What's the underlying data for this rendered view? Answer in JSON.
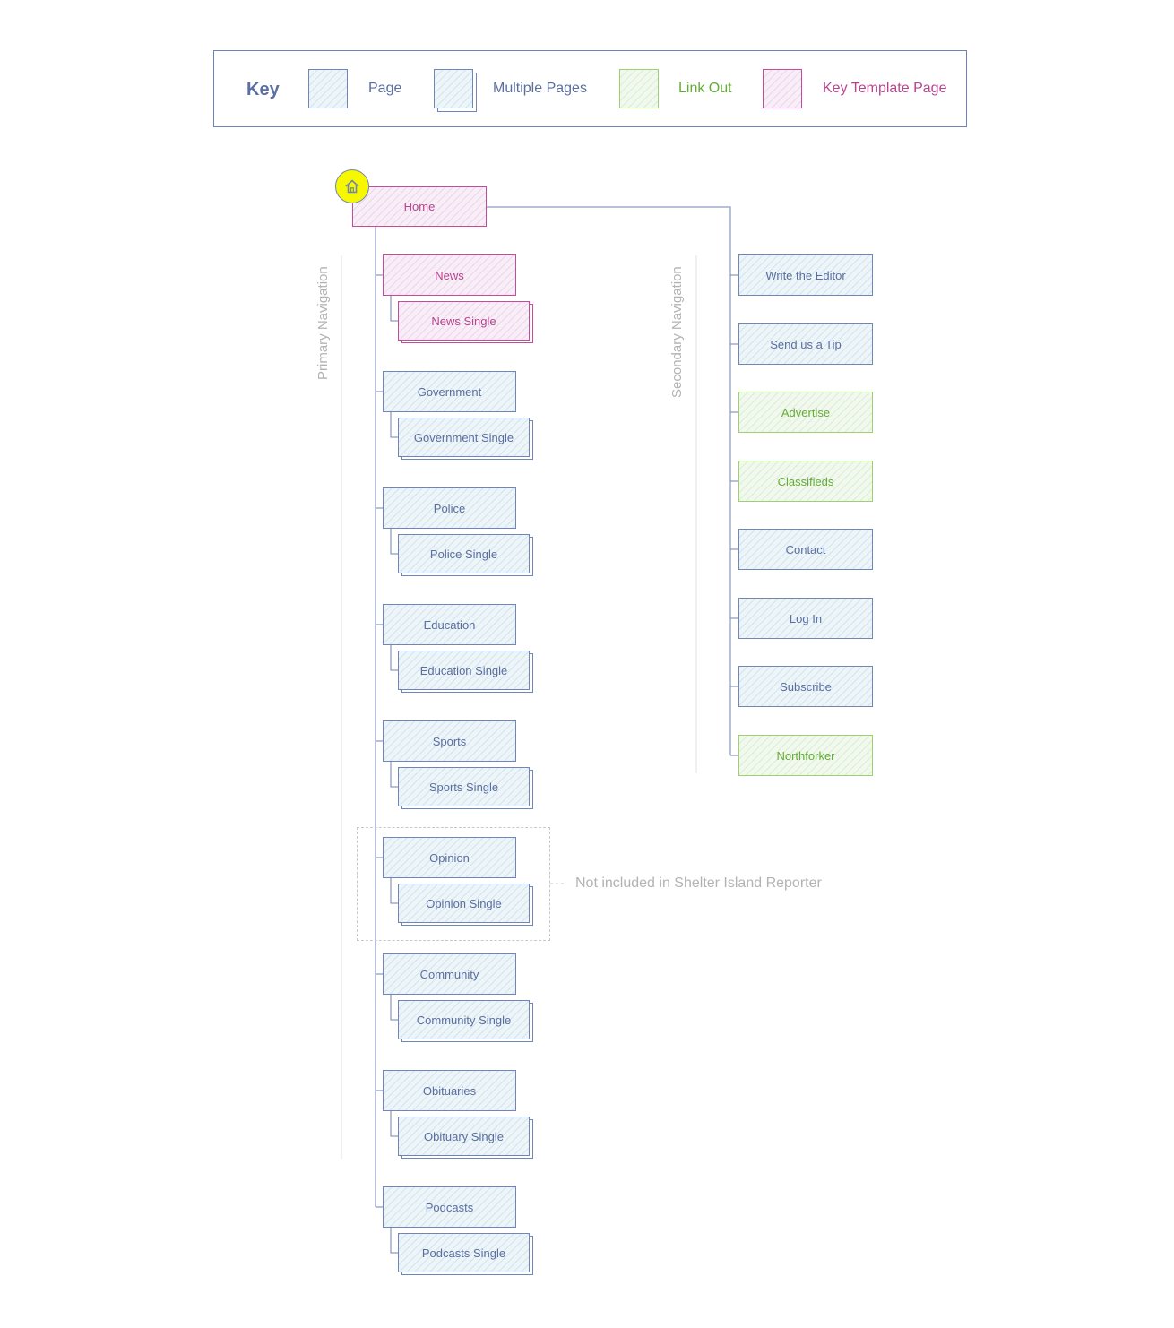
{
  "key": {
    "title": "Key",
    "items": [
      {
        "label": "Page",
        "type": "page"
      },
      {
        "label": "Multiple Pages",
        "type": "multiple"
      },
      {
        "label": "Link Out",
        "type": "link-out"
      },
      {
        "label": "Key Template Page",
        "type": "template"
      }
    ]
  },
  "colors": {
    "page": "#6f86b6",
    "template": "#c34d9b",
    "link_out": "#63ad35",
    "home_badge": "#f7f700",
    "nav_label": "#b3b3b3"
  },
  "home": {
    "label": "Home",
    "type": "template",
    "icon": "home-icon"
  },
  "primary_nav": {
    "label": "Primary Navigation",
    "sections": [
      {
        "label": "News",
        "type": "template",
        "child": {
          "label": "News Single",
          "type": "template-multiple"
        }
      },
      {
        "label": "Government",
        "type": "page",
        "child": {
          "label": "Government Single",
          "type": "multiple"
        }
      },
      {
        "label": "Police",
        "type": "page",
        "child": {
          "label": "Police Single",
          "type": "multiple"
        }
      },
      {
        "label": "Education",
        "type": "page",
        "child": {
          "label": "Education Single",
          "type": "multiple"
        }
      },
      {
        "label": "Sports",
        "type": "page",
        "child": {
          "label": "Sports Single",
          "type": "multiple"
        }
      },
      {
        "label": "Opinion",
        "type": "page",
        "child": {
          "label": "Opinion Single",
          "type": "multiple"
        }
      },
      {
        "label": "Community",
        "type": "page",
        "child": {
          "label": "Community Single",
          "type": "multiple"
        }
      },
      {
        "label": "Obituaries",
        "type": "page",
        "child": {
          "label": "Obituary Single",
          "type": "multiple"
        }
      },
      {
        "label": "Podcasts",
        "type": "page",
        "child": {
          "label": "Podcasts Single",
          "type": "multiple"
        }
      }
    ]
  },
  "secondary_nav": {
    "label": "Secondary Navigation",
    "items": [
      {
        "label": "Write the Editor",
        "type": "page"
      },
      {
        "label": "Send us a Tip",
        "type": "page"
      },
      {
        "label": "Advertise",
        "type": "link-out"
      },
      {
        "label": "Classifieds",
        "type": "link-out"
      },
      {
        "label": "Contact",
        "type": "page"
      },
      {
        "label": "Log In",
        "type": "page"
      },
      {
        "label": "Subscribe",
        "type": "page"
      },
      {
        "label": "Northforker",
        "type": "link-out"
      }
    ]
  },
  "excluded_note": "Not included in Shelter Island Reporter"
}
